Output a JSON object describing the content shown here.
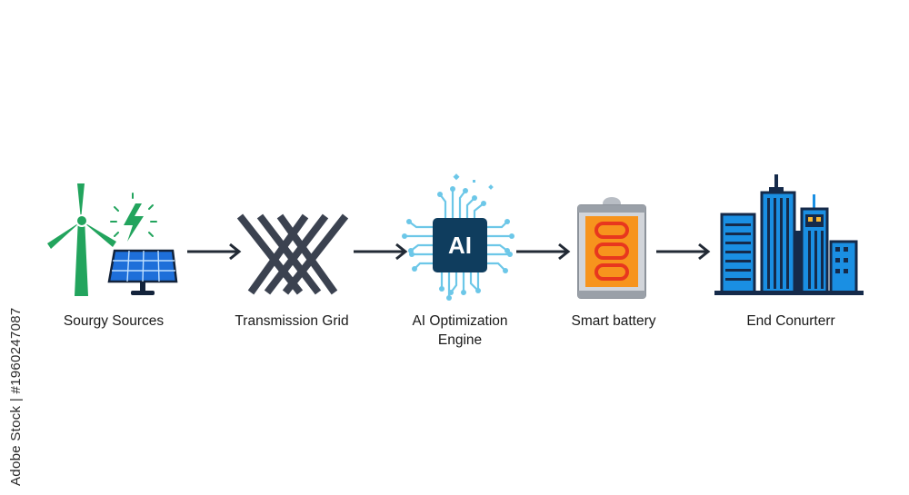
{
  "diagram": {
    "stages": [
      {
        "label": "Sourgy Sources",
        "icon": "wind-solar-icon"
      },
      {
        "label": "Transmission Grid",
        "icon": "transmission-grid-icon"
      },
      {
        "label_line1": "AI Optimization",
        "label_line2": "Engine",
        "icon": "ai-chip-icon",
        "chip_text": "AI"
      },
      {
        "label": "Smart battery",
        "icon": "battery-icon"
      },
      {
        "label": "End Conurterr",
        "icon": "city-skyline-icon"
      }
    ],
    "arrow_count": 4
  },
  "credit": {
    "text": "Adobe Stock | #1960247087"
  },
  "colors": {
    "turbine_green": "#22a45d",
    "solar_blue": "#1e6fd9",
    "grid_dark": "#3b4250",
    "chip_navy": "#0f3d5e",
    "chip_trace": "#6cc7e8",
    "battery_orange": "#f7941d",
    "battery_coil": "#e8371e",
    "city_blue": "#1a8fe3",
    "city_navy": "#152a4a",
    "arrow": "#222a35"
  }
}
